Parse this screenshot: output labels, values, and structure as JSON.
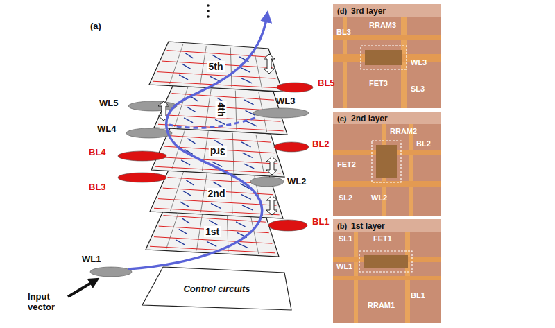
{
  "diagram": {
    "nodes": [
      {
        "text": [
          "5th"
        ]
      },
      {
        "text": [
          "4th"
        ]
      },
      {
        "text": [
          "3rd"
        ]
      },
      {
        "text": [
          "2nd"
        ]
      },
      {
        "text": [
          "1st"
        ]
      },
      {
        "text": [
          "Control circuits"
        ]
      },
      {
        "text": [
          "(d)",
          "3rd layer",
          "BL3",
          "RRAM3",
          "WL3",
          "FET3",
          "SL3"
        ]
      },
      {
        "text": [
          "(c)",
          "2nd layer",
          "RRAM2",
          "BL2",
          "FET2",
          "SL2",
          "WL2"
        ]
      },
      {
        "text": [
          "(b)",
          "1st layer",
          "SL1",
          "FET1",
          "WL1",
          "RRAM1",
          "BL1"
        ]
      }
    ],
    "labels": [
      "(a)",
      "WL5",
      "WL4",
      "BL4",
      "BL3",
      "BL5",
      "WL3",
      "BL2",
      "WL2",
      "BL1",
      "WL1",
      "Input vector"
    ]
  }
}
